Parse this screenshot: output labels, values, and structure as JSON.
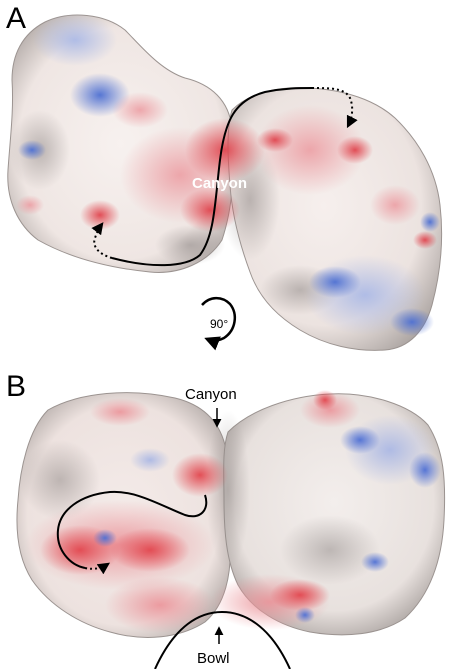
{
  "figure": {
    "panel_a": {
      "letter": "A",
      "canyon_label": "Canyon",
      "rotation_label": "90°"
    },
    "panel_b": {
      "letter": "B",
      "canyon_label": "Canyon",
      "bowl_label": "Bowl"
    }
  },
  "colors": {
    "surface_white": "#f4efed",
    "acidic_red": "#e4545e",
    "basic_blue": "#5a7ad6",
    "shadow_grey": "#a9a3a1",
    "annotation_black": "#000000"
  }
}
